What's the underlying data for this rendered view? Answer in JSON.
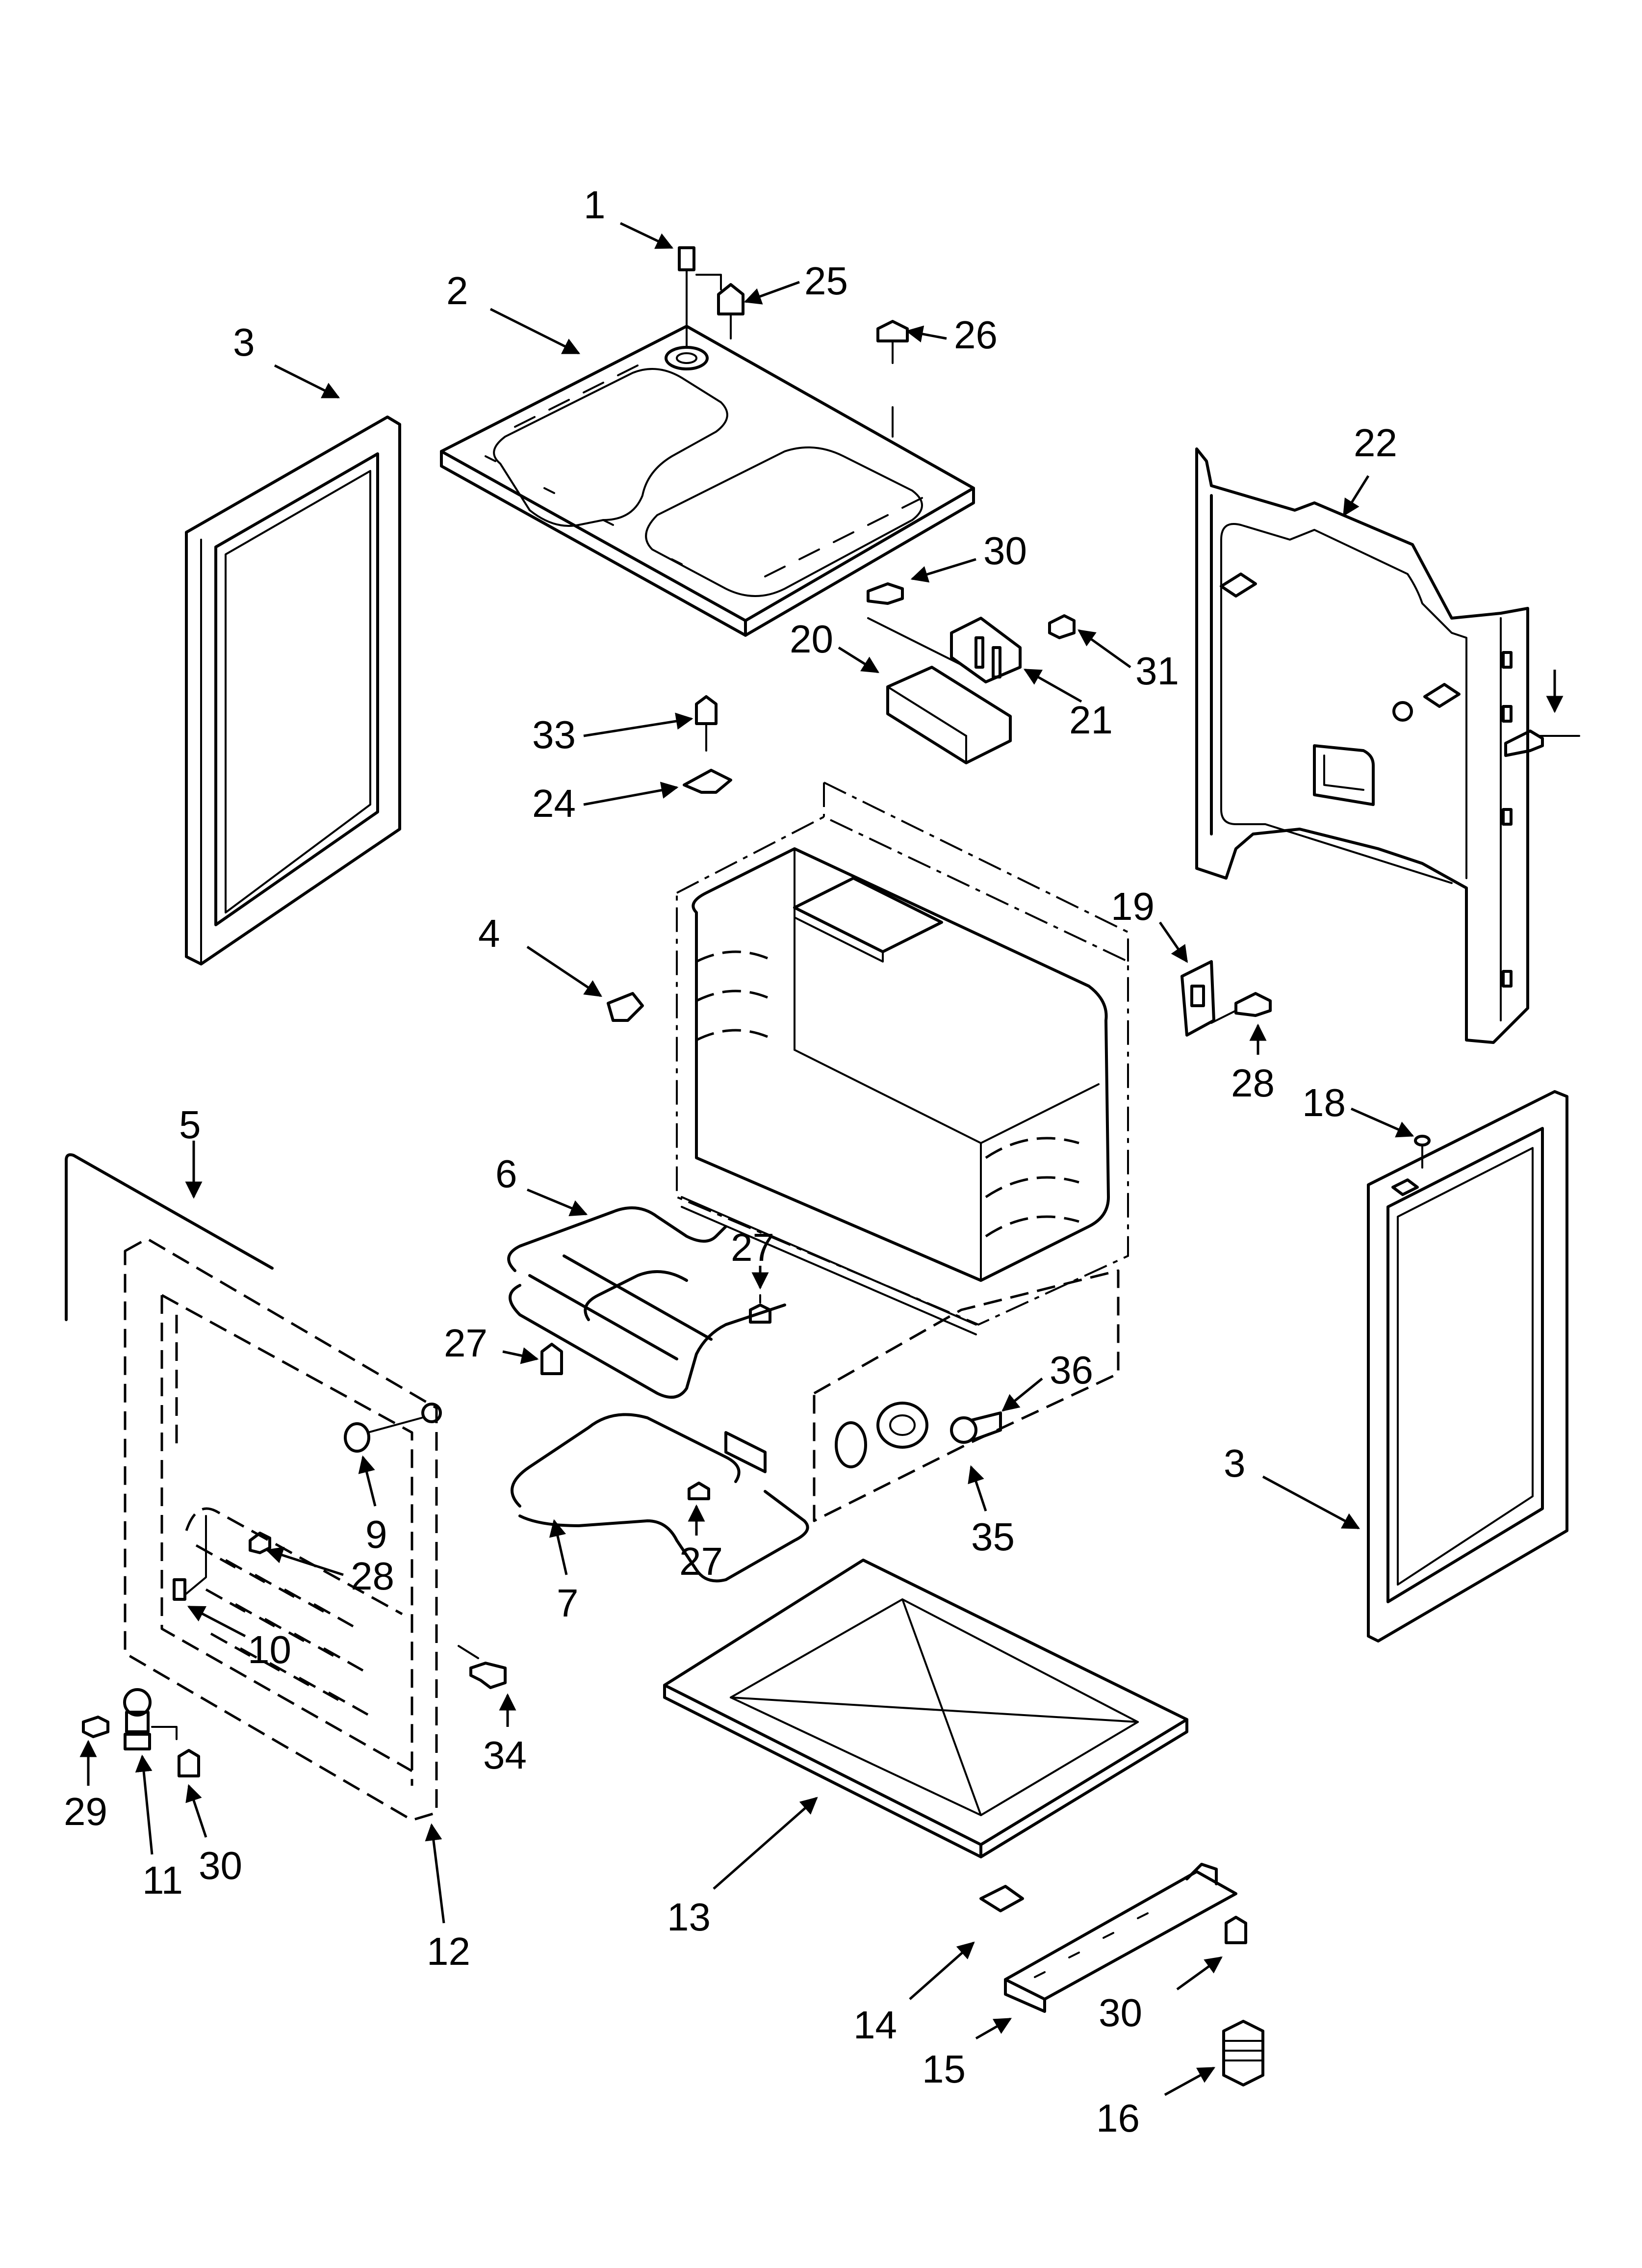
{
  "diagram": {
    "callouts": [
      "1",
      "2",
      "3",
      "25",
      "26",
      "22",
      "30",
      "20",
      "31",
      "21",
      "33",
      "24",
      "4",
      "19",
      "28",
      "5",
      "6",
      "27",
      "27",
      "18",
      "36",
      "3",
      "9",
      "28",
      "35",
      "7",
      "10",
      "27",
      "34",
      "29",
      "11",
      "30",
      "12",
      "13",
      "14",
      "30",
      "15",
      "16"
    ],
    "arrow_color": "#000000"
  }
}
